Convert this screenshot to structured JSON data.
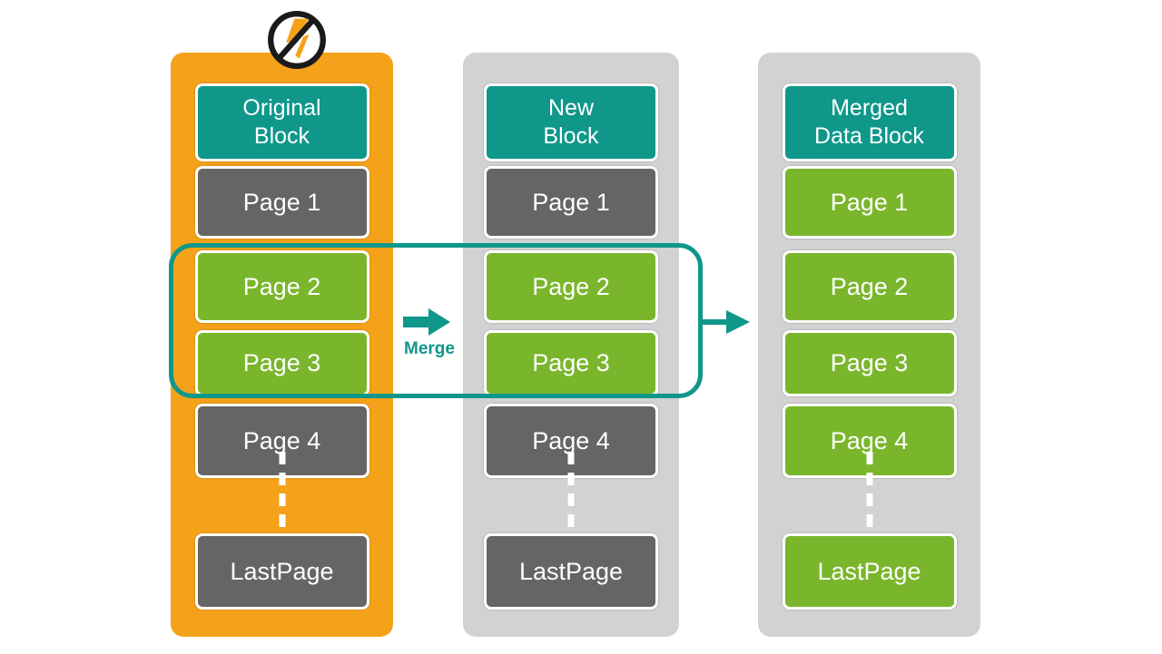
{
  "diagram_title": "Block merge diagram",
  "icon": {
    "name": "no-flash-icon",
    "meaning": "crossed-out lightning bolt above Original Block"
  },
  "merge": {
    "label": "Merge",
    "grouped_pages": [
      "Page 2",
      "Page 3"
    ]
  },
  "columns": [
    {
      "header": "Original\nBlock",
      "pages": [
        "Page 1",
        "Page 2",
        "Page 3",
        "Page 4",
        "LastPage"
      ]
    },
    {
      "header": "New\nBlock",
      "pages": [
        "Page 1",
        "Page 2",
        "Page 3",
        "Page 4",
        "LastPage"
      ]
    },
    {
      "header": "Merged\nData Block",
      "pages": [
        "Page 1",
        "Page 2",
        "Page 3",
        "Page 4",
        "LastPage"
      ]
    }
  ],
  "colors": {
    "orange_container": "#F5A21B",
    "gray_container": "#D2D2D2",
    "teal_header": "#0F978A",
    "gray_page": "#656565",
    "green_page": "#7AB62C",
    "white_text": "#FFFFFF",
    "outline_and_arrows": "#0F978A"
  }
}
